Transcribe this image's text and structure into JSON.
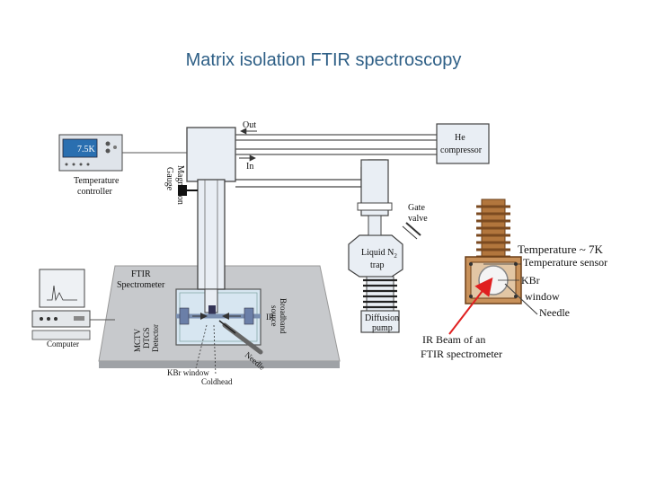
{
  "slide": {
    "title": "Matrix isolation FTIR spectroscopy"
  },
  "diagram": {
    "controller_display": "7.5K",
    "controller_label": [
      "Temperature",
      "controller"
    ],
    "out_label": "Out",
    "in_label": "In",
    "compressor_label": [
      "He",
      "compressor"
    ],
    "magnetron_label": [
      "Magnetron",
      "Gauge"
    ],
    "gate_valve_label": [
      "Gate",
      "valve"
    ],
    "trap_label": [
      "Liquid N",
      "2",
      "trap"
    ],
    "diffusion_pump_label": [
      "Diffusion",
      "pump"
    ],
    "ftir_label": [
      "FTIR",
      "Spectrometer"
    ],
    "detector_label": [
      "MCTV",
      "DTGS",
      "Detector"
    ],
    "source_label": [
      "Broadband",
      "source"
    ],
    "ir_short": "IR",
    "needle_small": "Needle",
    "kbr_small": "KBr window",
    "coldhead_label": "Coldhead",
    "computer_label": "Computer",
    "temperature_label": "Temperature ~ 7K",
    "sensor_label": "Temperature sensor",
    "kbr_label": [
      "KBr",
      "window"
    ],
    "needle_label": "Needle",
    "ir_beam_label": [
      "IR Beam of an",
      "FTIR spectrometer"
    ]
  },
  "colors": {
    "title": "#2e5f86",
    "pipe": "#e9eef4",
    "platform": "#c7c9cc",
    "device_box": "#d7e6f1",
    "copper": "#b2763d",
    "beam_arrow": "#e02020"
  }
}
